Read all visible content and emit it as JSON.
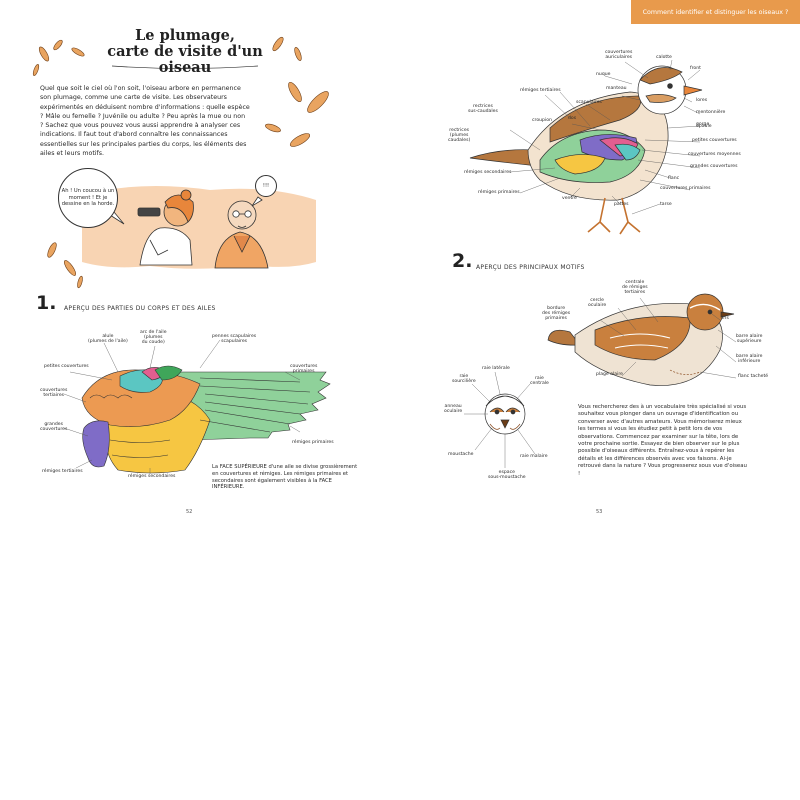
{
  "left": {
    "title_line1": "Le plumage,",
    "title_line2": "carte de visite d'un oiseau",
    "intro": "Quel que soit le ciel où l'on soit, l'oiseau arbore en permanence son plumage, comme une carte de visite. Les observateurs expérimentés en déduisent nombre d'informations : quelle espèce ? Mâle ou femelle ? Juvénile ou adulte ? Peu après la mue ou non ? Sachez que vous pouvez vous aussi apprendre à analyser ces indications. Il faut tout d'abord connaître les connaissances essentielles sur les principales parties du corps, les éléments des ailes et leurs motifs.",
    "bubble1": "Ah ! Un coucou à un moment ! Et je dessine en la horde.",
    "bubble2": "!!!",
    "section1_number": "1.",
    "section1_heading": "APERÇU DES PARTIES DU CORPS ET DES AILES",
    "wing_labels": {
      "alula": "alule\n(plumes de l'aile)",
      "arc": "arc de l'aile\n(plumes\ndu coude)",
      "pennes": "pennes scapulaires\nscapulaires",
      "petites": "petites couvertures",
      "couvertures_prim": "couvertures\nprimaires",
      "couv_tertiaires": "couvertures\ntertiaires",
      "grandes": "grandes\ncouvertures",
      "tertiaires": "rémiges tertiaires",
      "secondaires": "rémiges secondaires",
      "primaires": "rémiges primaires"
    },
    "wing_caption": "La FACE SUPÉRIEURE d'une aile se divise grossièrement en couvertures et rémiges. Les rémiges primaires et secondaires sont également visibles à la FACE INFÉRIEURE.",
    "page_number": "52"
  },
  "right": {
    "banner": "Comment identifier et distinguer les oiseaux ?",
    "bird_labels": {
      "couv_auric": "couvertures\nauriculaires",
      "calotte": "calotte",
      "front": "front",
      "nuque": "nuque",
      "manteau": "manteau",
      "lores": "lores",
      "rectrices_sus": "rectrices\nsus-caudales",
      "remiges_tert": "rémiges tertiaires",
      "scapulaires": "scapulaires",
      "dos": "dos",
      "croupion": "croupion",
      "mentonniere": "mentonnière",
      "gorge": "gorge",
      "rectrices_queue": "rectrices\n(plumes\ncaudales)",
      "epaule": "épaule",
      "petites_couv": "petites couvertures",
      "couv_moyennes": "couvertures moyennes",
      "grandes_couv": "grandes couvertures",
      "flanc": "flanc",
      "remiges_second": "rémiges secondaires",
      "couv_primaires": "couvertures primaires",
      "remiges_prim": "rémiges primaires",
      "ventre": "ventre",
      "pattes": "pattes",
      "tarse": "tarse"
    },
    "section2_number": "2.",
    "section2_heading": "APERÇU DES PRINCIPAUX MOTIFS",
    "motif_labels": {
      "centrale": "centrale\nde rémiges\ntertiaires",
      "bordure": "bordure\ndes rémiges\nprimaires",
      "cercle": "cercle\noculaire",
      "iris": "iris",
      "barre_sup": "barre alaire\nsupérieure",
      "barre_inf": "barre alaire\ninférieure",
      "plage": "plage alaire",
      "flanc_tachete": "flanc tacheté",
      "raie_laterale": "raie latérale",
      "raie_sous": "raie\nsourcilière",
      "raie_centrale": "raie\ncentrale",
      "anneau": "anneau\noculaire",
      "moustache": "moustache",
      "raie_malaire": "raie malaire",
      "espace": "espace\nsous-moustache"
    },
    "motif_paragraph": "Vous rechercherez des à un vocabulaire très spécialisé si vous souhaitez vous plonger dans un ouvrage d'identification ou converser avec d'autres amateurs. Vous mémoriserez mieux les termes si vous les étudiez petit à petit lors de vos observations. Commencez par examiner sur la tête, lors de votre prochaine sortie. Essayez de bien observer sur le plus possible d'oiseaux différents. Entraînez-vous à repérer les détails et les différences observés avec vos faisons. Ai-je retrouvé dans la nature ? Vous progresserez sous vue d'oiseau !",
    "page_number": "53"
  },
  "colors": {
    "banner": "#e89a4c",
    "wing_green": "#8fd19a",
    "wing_yellow": "#f6c642",
    "wing_orange": "#ec9a52",
    "wing_purple": "#7f6cc7",
    "wing_teal": "#5bc6c2",
    "wing_pink": "#e25e90",
    "bird_brown": "#b5773e",
    "peach": "#f6c9a0"
  },
  "icons": [
    "feather-icon",
    "binoculars-icon",
    "speech-bubble-icon"
  ]
}
